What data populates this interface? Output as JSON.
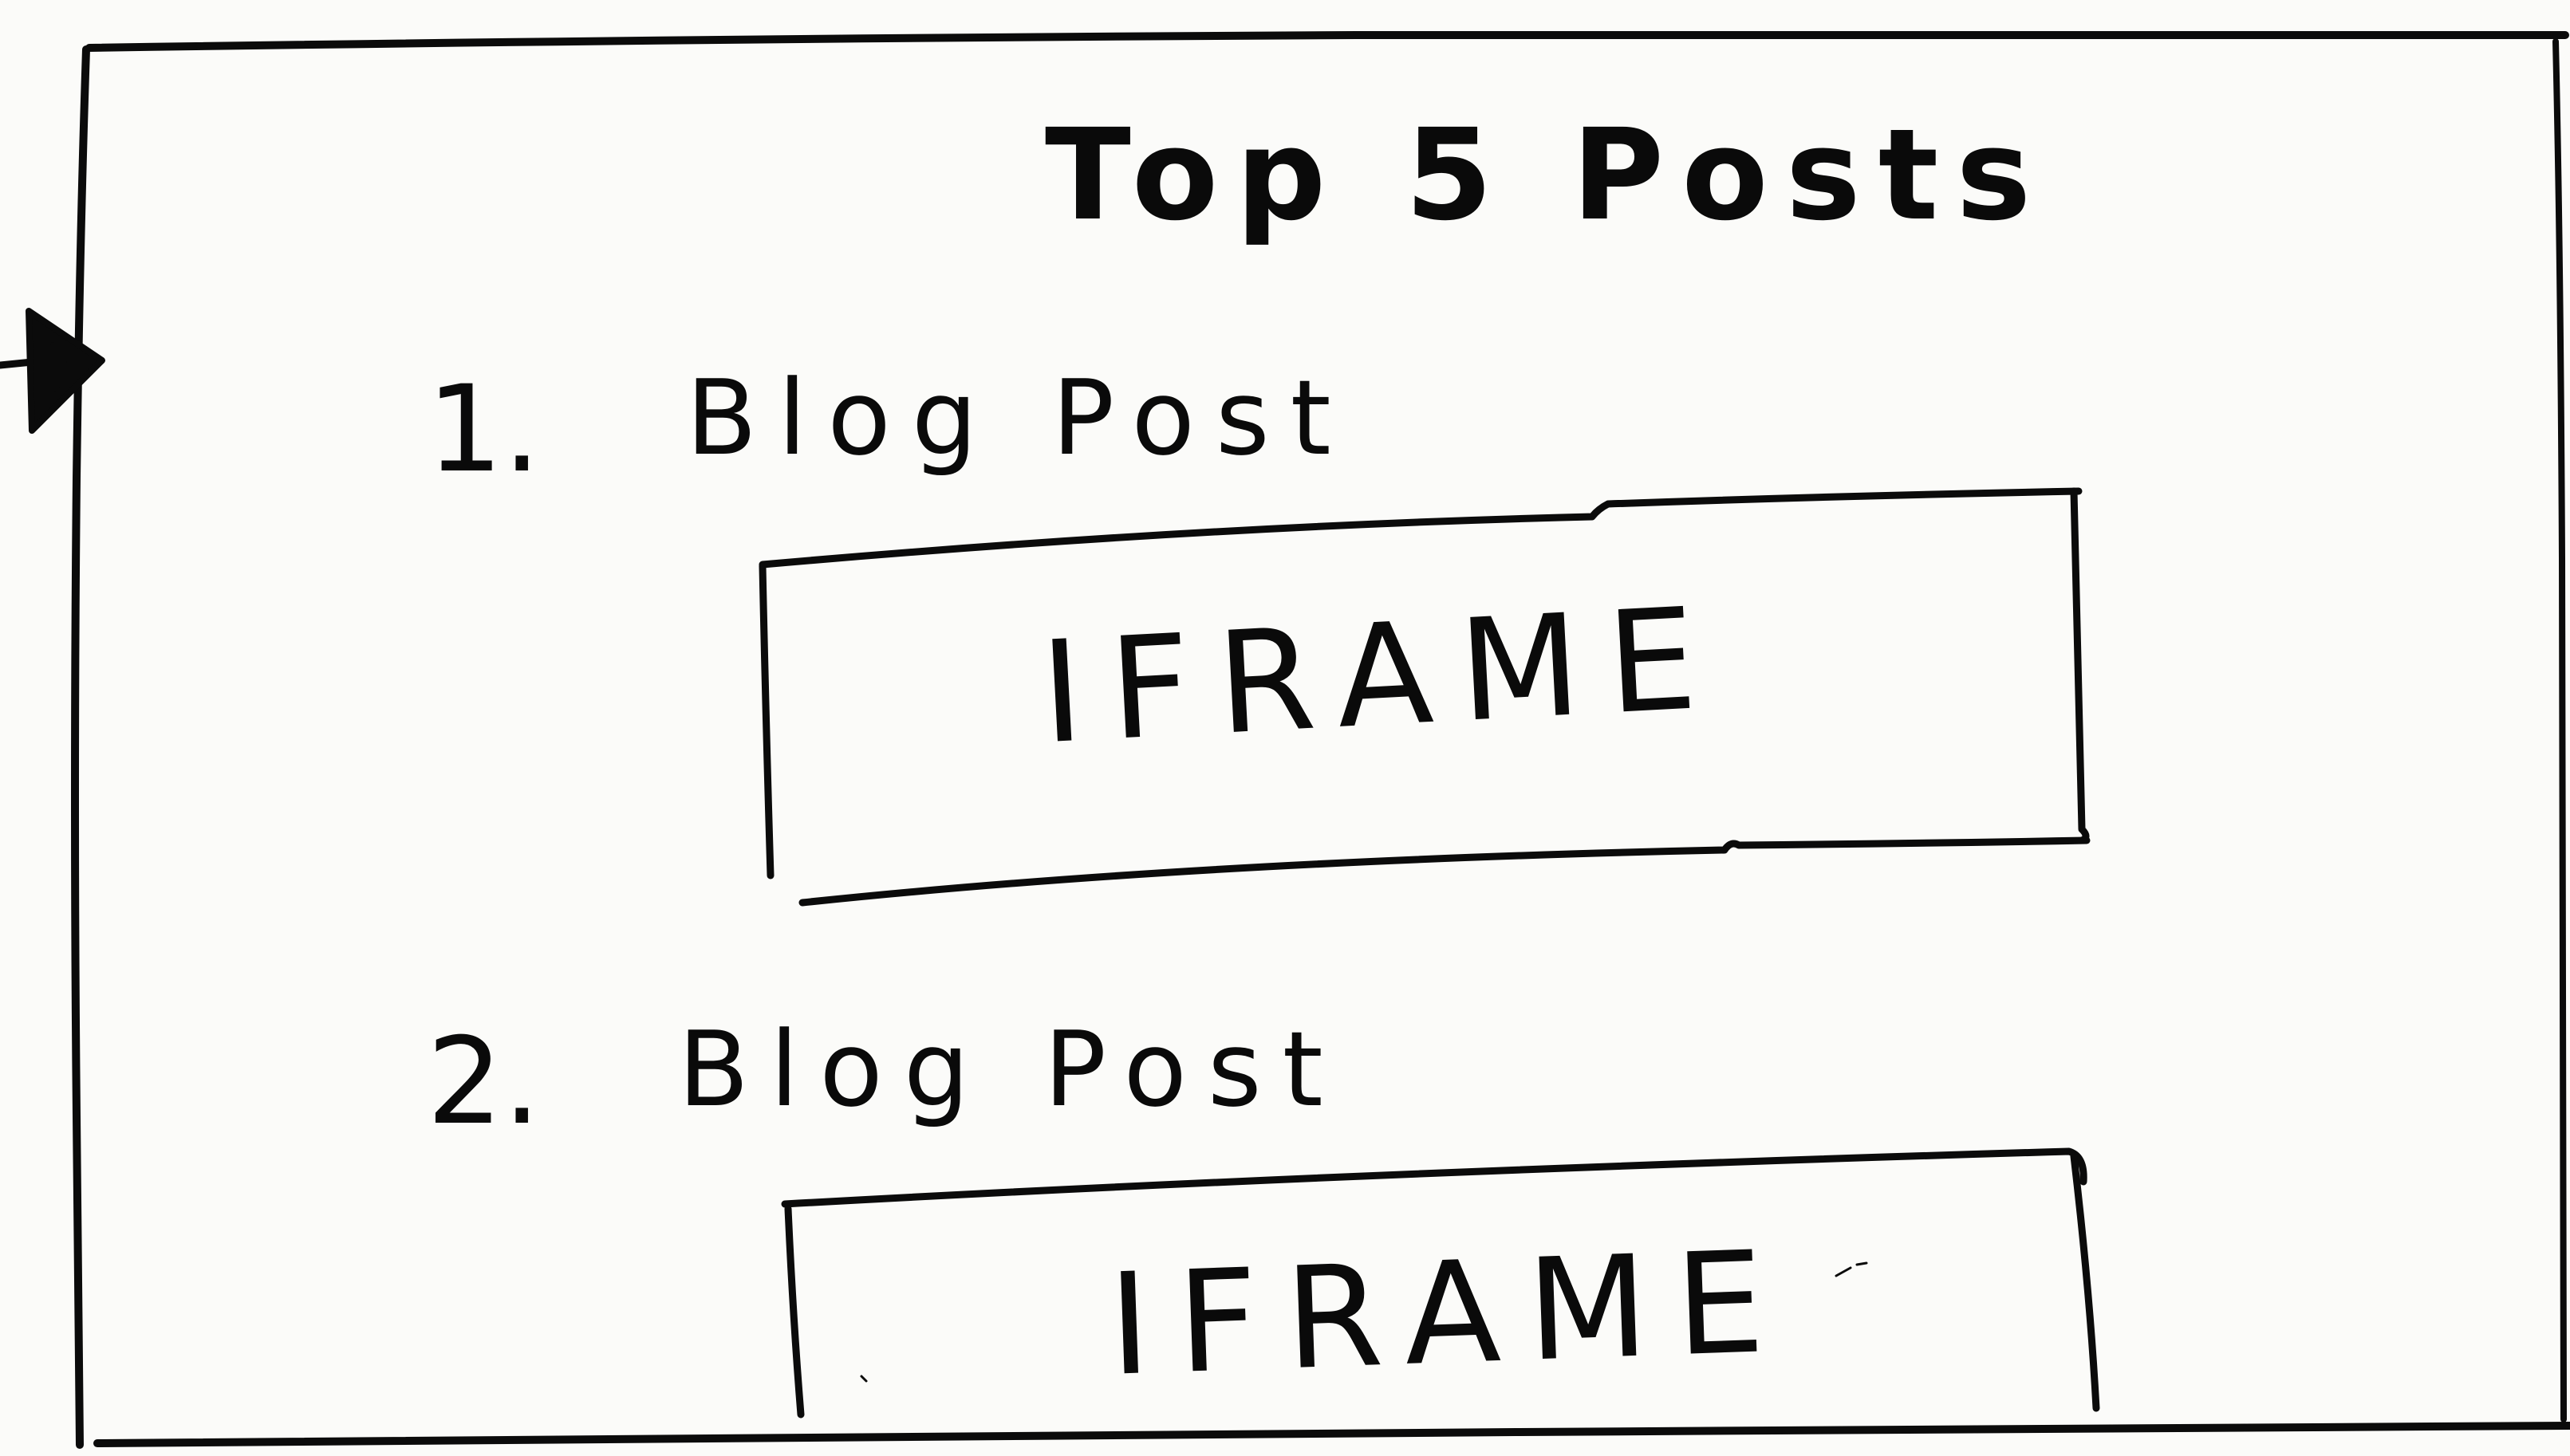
{
  "page": {
    "title": "Top 5 Posts"
  },
  "posts": [
    {
      "number": "1.",
      "title": "Blog Post",
      "embed_label": "IFRAME"
    },
    {
      "number": "2.",
      "title": "Blog Post",
      "embed_label": "IFRAME"
    }
  ],
  "icons": {
    "scroll_handle": "play-triangle-icon"
  }
}
